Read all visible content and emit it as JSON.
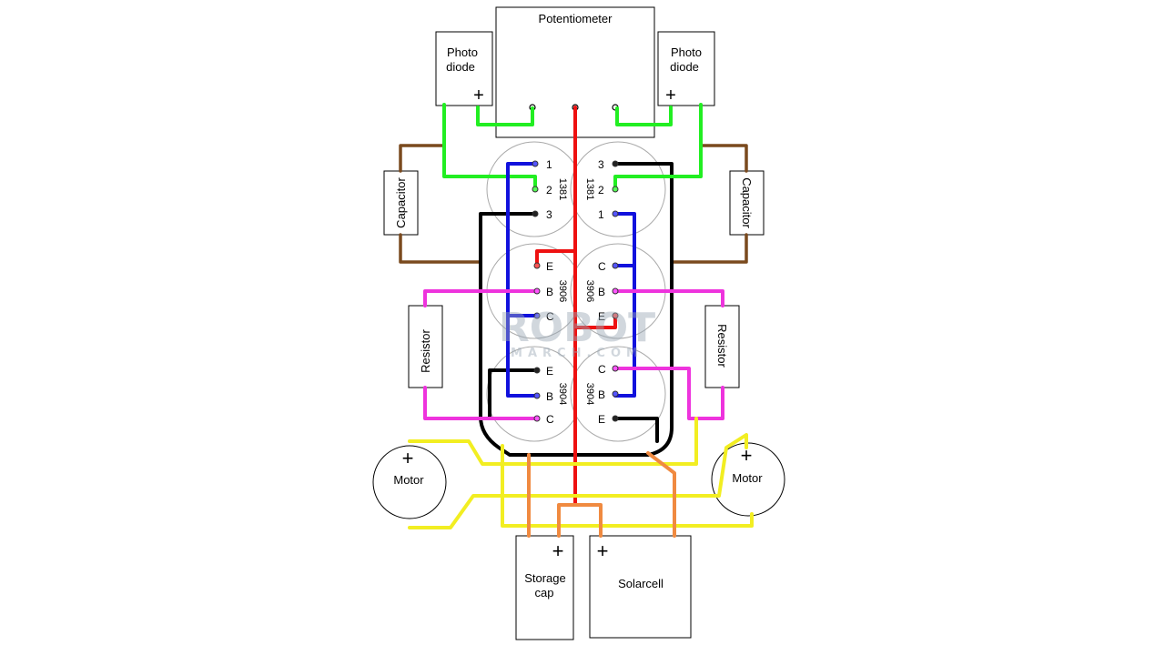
{
  "components": {
    "potentiometer": "Potentiometer",
    "photodiode_left": [
      "Photo",
      "diode"
    ],
    "photodiode_right": [
      "Photo",
      "diode"
    ],
    "capacitor_left": "Capacitor",
    "capacitor_right": "Capacitor",
    "resistor_left": "Resistor",
    "resistor_right": "Resistor",
    "motor_left": "Motor",
    "motor_right": "Motor",
    "storage_cap": [
      "Storage",
      "cap"
    ],
    "solarcell": "Solarcell",
    "plus": "+"
  },
  "chips": {
    "left": [
      "1381",
      "3906",
      "3904"
    ],
    "right": [
      "1381",
      "3906",
      "3904"
    ]
  },
  "pins": {
    "left_1381": [
      "1",
      "2",
      "3"
    ],
    "right_1381": [
      "3",
      "2",
      "1"
    ],
    "left_3906": [
      "E",
      "B",
      "C"
    ],
    "right_3906": [
      "C",
      "B",
      "E"
    ],
    "left_3904": [
      "E",
      "B",
      "C"
    ],
    "right_3904": [
      "C",
      "B",
      "E"
    ]
  },
  "watermark": {
    "line1": "ROBOT",
    "line2": "MARCH.COM"
  },
  "colors": {
    "green": "#22ee22",
    "red": "#ee1111",
    "blue": "#1111dd",
    "black": "#000000",
    "brown": "#7a4a1e",
    "magenta": "#ee33dd",
    "yellow": "#f2ee22",
    "orange": "#f08a40"
  }
}
